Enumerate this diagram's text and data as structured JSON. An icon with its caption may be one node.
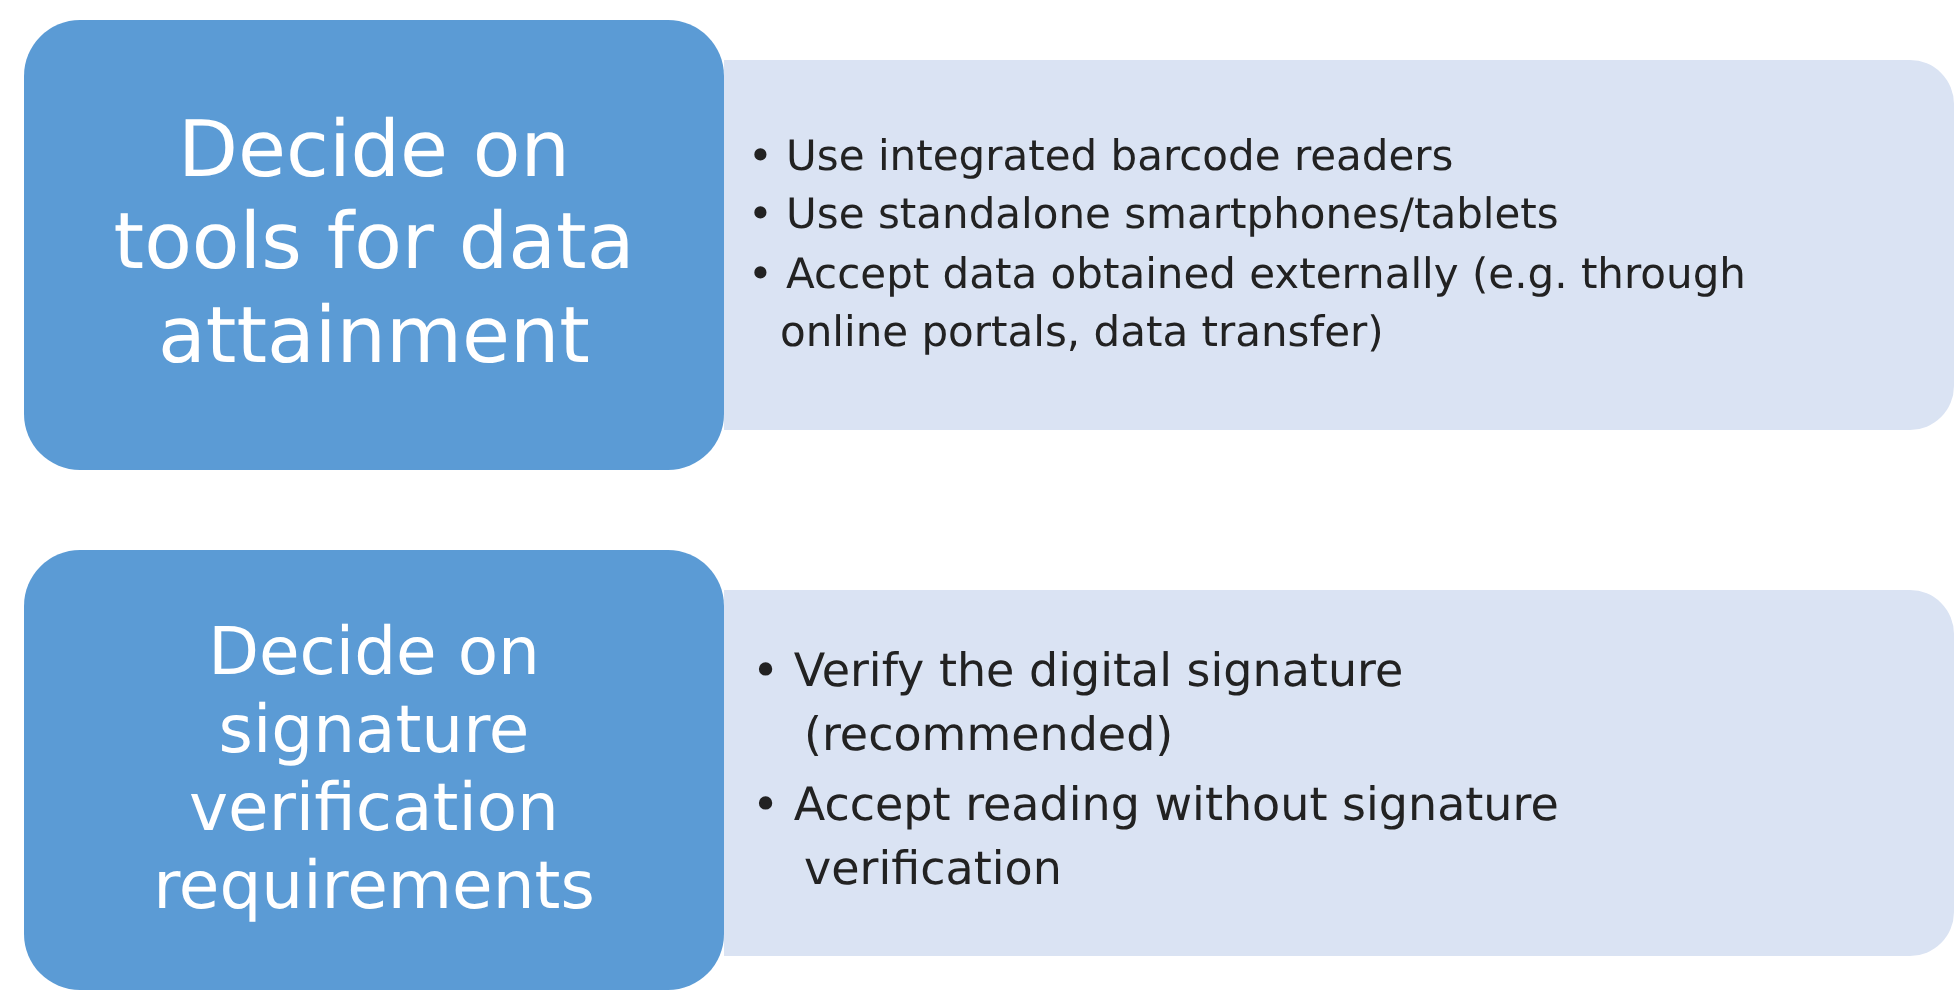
{
  "diagram": {
    "nodes": [
      {
        "text": [
          "Decide on tools for data attainment"
        ]
      },
      {
        "text": [
          "• Use integrated barcode readers",
          "• Use standalone smartphones/tablets",
          "• Accept data obtained externally (e.g. through online portals, data transfer)"
        ]
      },
      {
        "text": [
          "Decide on signature verification requirements"
        ]
      },
      {
        "text": [
          "• Verify the digital signature (recommended)",
          "• Accept reading without signature verification"
        ]
      }
    ]
  }
}
